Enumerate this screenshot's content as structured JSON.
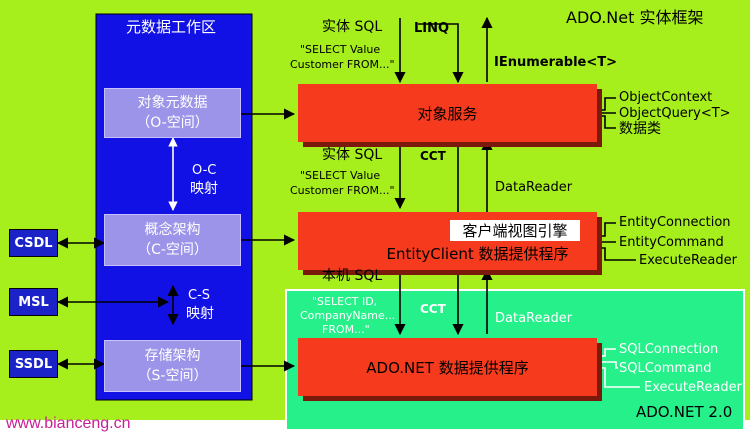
{
  "frameworks": {
    "ado_entity": "ADO.Net 实体框架",
    "ado_v2": "ADO.NET 2.0"
  },
  "metadata_area": {
    "title": "元数据工作区",
    "object_metadata": [
      "对象元数据",
      "（O-空间）"
    ],
    "concept_schema": [
      "概念架构",
      "（C-空间）"
    ],
    "storage_schema": [
      "存储架构",
      "（S-空间）"
    ],
    "oc_mapping": [
      "O-C",
      "映射"
    ],
    "cs_mapping": [
      "C-S",
      "映射"
    ]
  },
  "files": {
    "csdl": "CSDL",
    "msl": "MSL",
    "ssdl": "SSDL"
  },
  "services": {
    "object_services": "对象服务",
    "entity_client": "EntityClient  数据提供程序",
    "client_view_engine": "客户端视图引擎",
    "ado_provider": "ADO.NET  数据提供程序"
  },
  "flows": {
    "entity_sql_1": "实体 SQL",
    "query_1": [
      "\"SELECT Value",
      "Customer FROM...\""
    ],
    "linq": "LINQ",
    "ienumerable": "IEnumerable<T>",
    "entity_sql_2": "实体 SQL",
    "query_2": [
      "\"SELECT Value",
      "Customer FROM...\""
    ],
    "cct_1": "CCT",
    "datareader_1": "DataReader",
    "native_sql": "本机 SQL",
    "query_3": [
      "\"SELECT ID,",
      "CompanyName...",
      "FROM...\""
    ],
    "cct_2": "CCT",
    "datareader_2": "DataReader"
  },
  "outputs": {
    "object_context": "ObjectContext",
    "object_query": "ObjectQuery<T>",
    "data_class": "数据类",
    "entity_connection": "EntityConnection",
    "entity_command": "EntityCommand",
    "execute_reader_1": "ExecuteReader",
    "sql_connection": "SQLConnection",
    "sql_command": "SQLCommand",
    "execute_reader_2": "ExecuteReader"
  },
  "watermark": "www.bianceng.cn",
  "colors": {
    "lime": "#a6ee1c",
    "mint": "#26f08a",
    "panel_blue": "#1111e6",
    "meta_box": "#9c94e8",
    "service_red": "#f53a1e",
    "file_blue": "#1a22c8",
    "watermark": "#c81e96"
  }
}
